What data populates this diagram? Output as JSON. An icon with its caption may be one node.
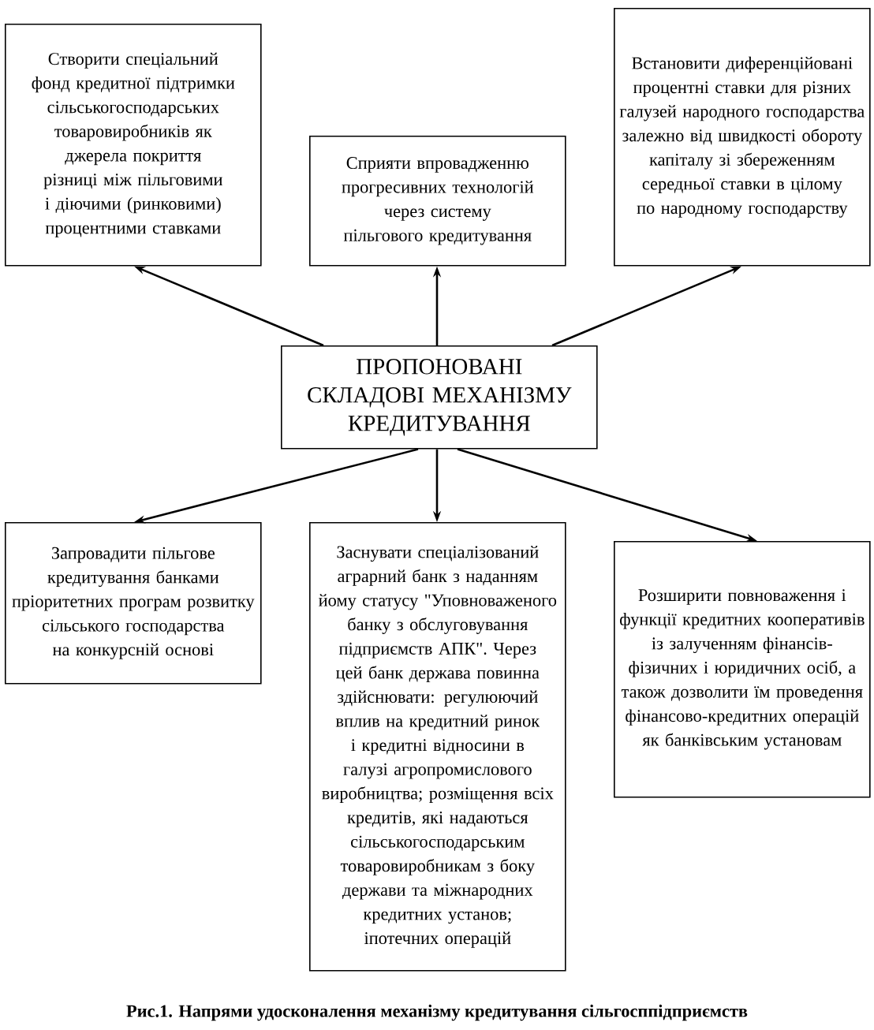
{
  "diagram": {
    "caption": "Рис.1. Напрями удосконалення механізму кредитування сільгосппідприємств",
    "nodes": [
      {
        "text": [
          "ПРОПОНОВАНІ СКЛАДОВІ МЕХАНІЗМУ КРЕДИТУВАННЯ"
        ]
      },
      {
        "text": [
          "Створити спеціальний фонд кредитної підтримки сільськогосподарських товаровиробників як джерела покриття різниці між пільговими і діючими (ринковими) процентними ставками"
        ]
      },
      {
        "text": [
          "Сприяти впровадженню прогресивних технологій через систему пільгового кредитування"
        ]
      },
      {
        "text": [
          "Встановити диференційовані процентні ставки для різних галузей народного господарства залежно від швидкості обороту капіталу зі збереженням середньої ставки в цілому по народному господарству"
        ]
      },
      {
        "text": [
          "Запровадити пільгове кредитування банками пріоритетних програм розвитку сільського господарства на конкурсній основі"
        ]
      },
      {
        "text": [
          "Заснувати спеціалізований аграрний банк з наданням йому статусу \"Уповноваженого банку з обслуговування підприємств АПК\". Через цей банк держава повинна здійснювати: регулюючий вплив на кредитний ринок і кредитні відносини в галузі агропромислового виробництва; розміщення всіх кредитів, які надаються сільськогосподарським товаровиробникам з боку держави та міжнародних кредитних установ; іпотечних операцій"
        ]
      },
      {
        "text": [
          "Розширити повноваження і функції кредитних кооперативів із залученням фінансів-фізичних і юридичних осіб, а також дозволити їм проведення фінансово-кредитних операцій як банківським установам"
        ]
      }
    ],
    "edges": [
      {
        "from": 0,
        "to": 1,
        "arrow": "to"
      },
      {
        "from": 0,
        "to": 2,
        "arrow": "to"
      },
      {
        "from": 0,
        "to": 3,
        "arrow": "to"
      },
      {
        "from": 0,
        "to": 4,
        "arrow": "to"
      },
      {
        "from": 0,
        "to": 5,
        "arrow": "to"
      },
      {
        "from": 0,
        "to": 6,
        "arrow": "to"
      }
    ]
  }
}
